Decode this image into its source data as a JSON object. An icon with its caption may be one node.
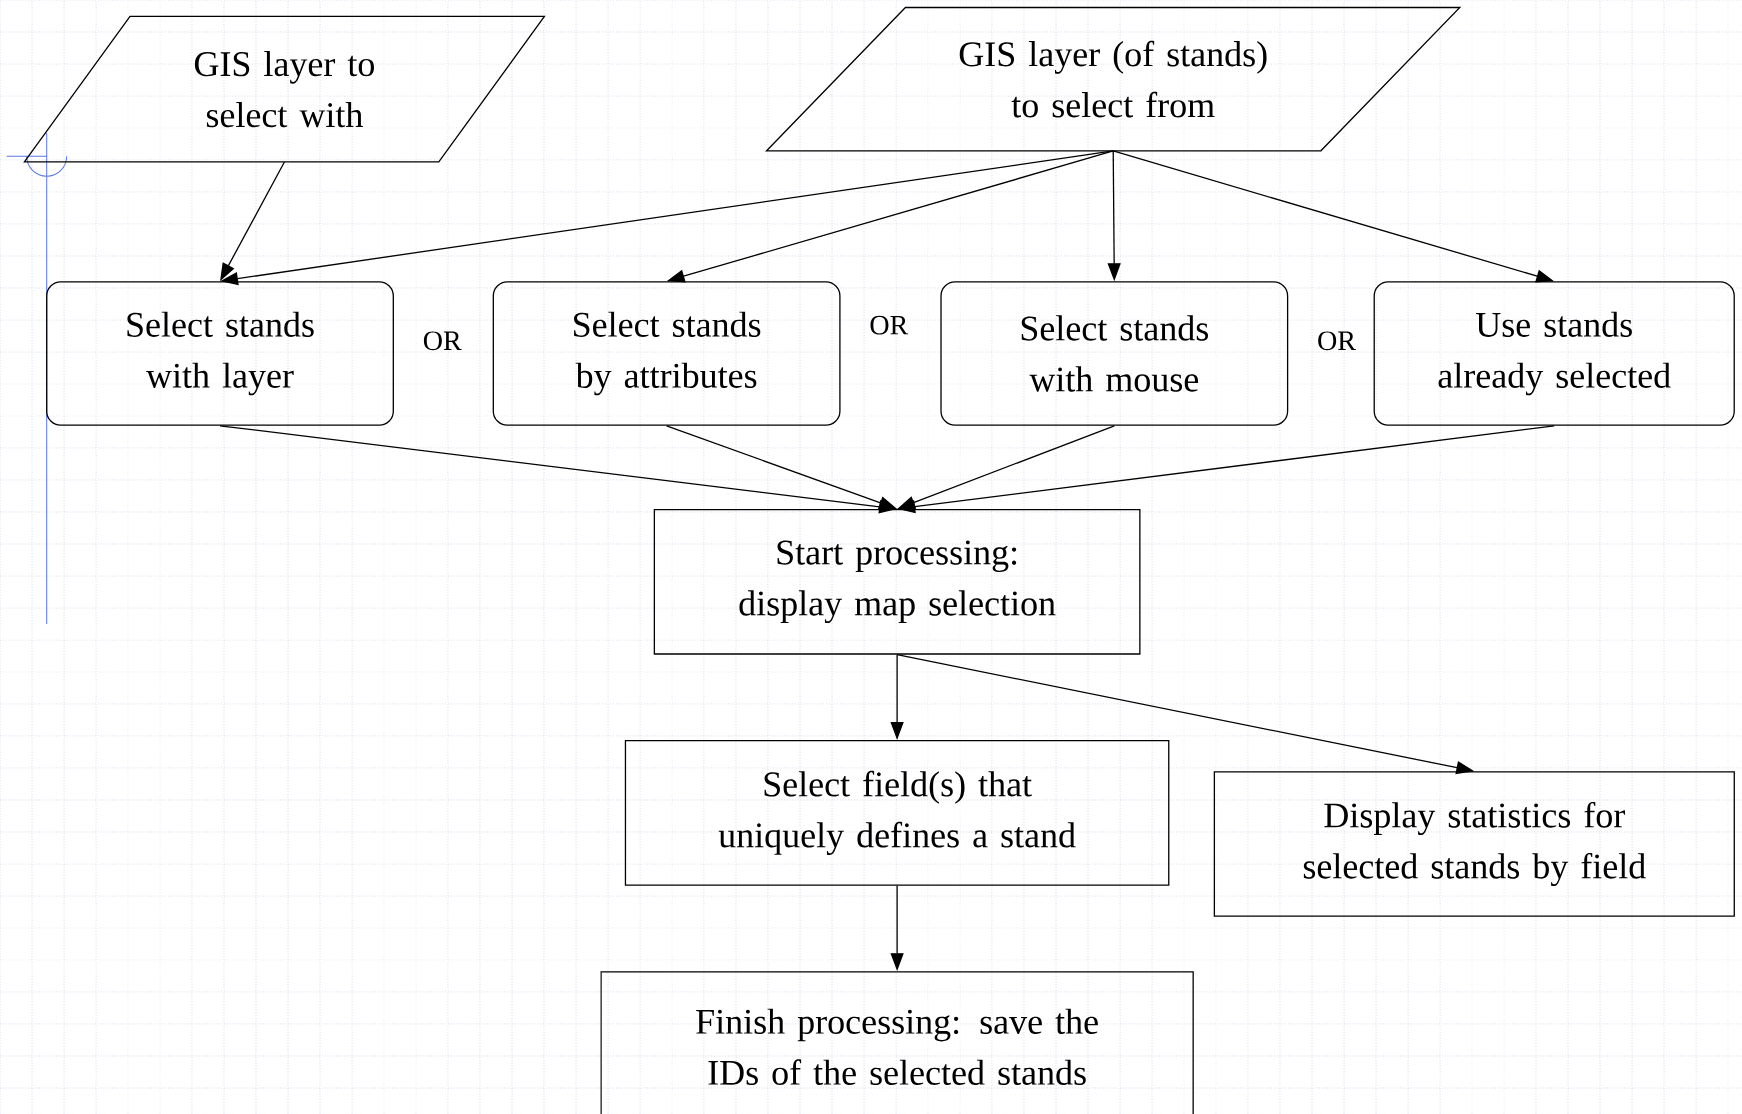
{
  "diagram": {
    "nodes": [
      {
        "text": [
          "GIS layer to select with"
        ]
      },
      {
        "text": [
          "GIS layer (of stands) to select from"
        ]
      },
      {
        "text": [
          "Select stands with layer"
        ]
      },
      {
        "text": [
          "Select stands by attributes"
        ]
      },
      {
        "text": [
          "Select stands with mouse"
        ]
      },
      {
        "text": [
          "Use stands already selected"
        ]
      },
      {
        "text": [
          "Start processing: display map selection"
        ]
      },
      {
        "text": [
          "Select field(s) that uniquely defines a stand"
        ]
      },
      {
        "text": [
          "Display statistics for selected stands by field"
        ]
      },
      {
        "text": [
          "Finish processing: save the IDs of the selected stands"
        ]
      }
    ],
    "edges": [
      {
        "from": 0,
        "to": 2,
        "arrow": "to"
      },
      {
        "from": 1,
        "to": 2,
        "arrow": "to"
      },
      {
        "from": 1,
        "to": 3,
        "arrow": "to"
      },
      {
        "from": 1,
        "to": 4,
        "arrow": "to"
      },
      {
        "from": 1,
        "to": 5,
        "arrow": "to"
      },
      {
        "from": 2,
        "to": 6,
        "arrow": "to"
      },
      {
        "from": 3,
        "to": 6,
        "arrow": "to"
      },
      {
        "from": 4,
        "to": 6,
        "arrow": "to"
      },
      {
        "from": 5,
        "to": 6,
        "arrow": "to"
      },
      {
        "from": 6,
        "to": 7,
        "arrow": "to"
      },
      {
        "from": 6,
        "to": 8,
        "arrow": "to"
      },
      {
        "from": 7,
        "to": 9,
        "arrow": "to"
      }
    ],
    "labels": [
      "OR",
      "OR",
      "OR"
    ]
  }
}
